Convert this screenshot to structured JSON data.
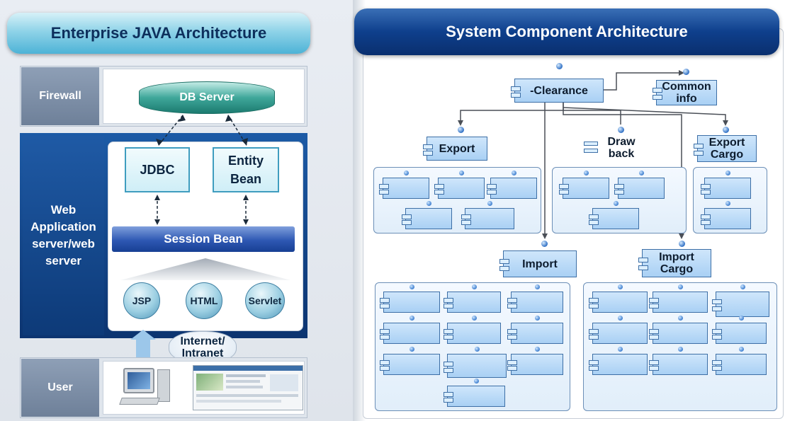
{
  "left_panel": {
    "title": "Enterprise JAVA Architecture",
    "firewall_label": "Firewall",
    "db_server": "DB Server",
    "web_label": "Web Application server/web server",
    "jdbc": "JDBC",
    "entity_bean": "Entity Bean",
    "session_bean": "Session Bean",
    "jsp": "JSP",
    "html": "HTML",
    "servlet": "Servlet",
    "internet": "Internet/ Intranet",
    "user_label": "User"
  },
  "right_panel": {
    "title": "System Component Architecture",
    "clearance": "-Clearance",
    "common_info": "Common info",
    "export": "Export",
    "drawback": "Draw back",
    "export_cargo": "Export Cargo",
    "import": "Import",
    "import_cargo": "Import Cargo"
  },
  "colors": {
    "left_tab": "#4db3d6",
    "right_tab": "#0e3f8c",
    "component_fill": "#a9d0f4",
    "component_border": "#3d6fa6"
  }
}
